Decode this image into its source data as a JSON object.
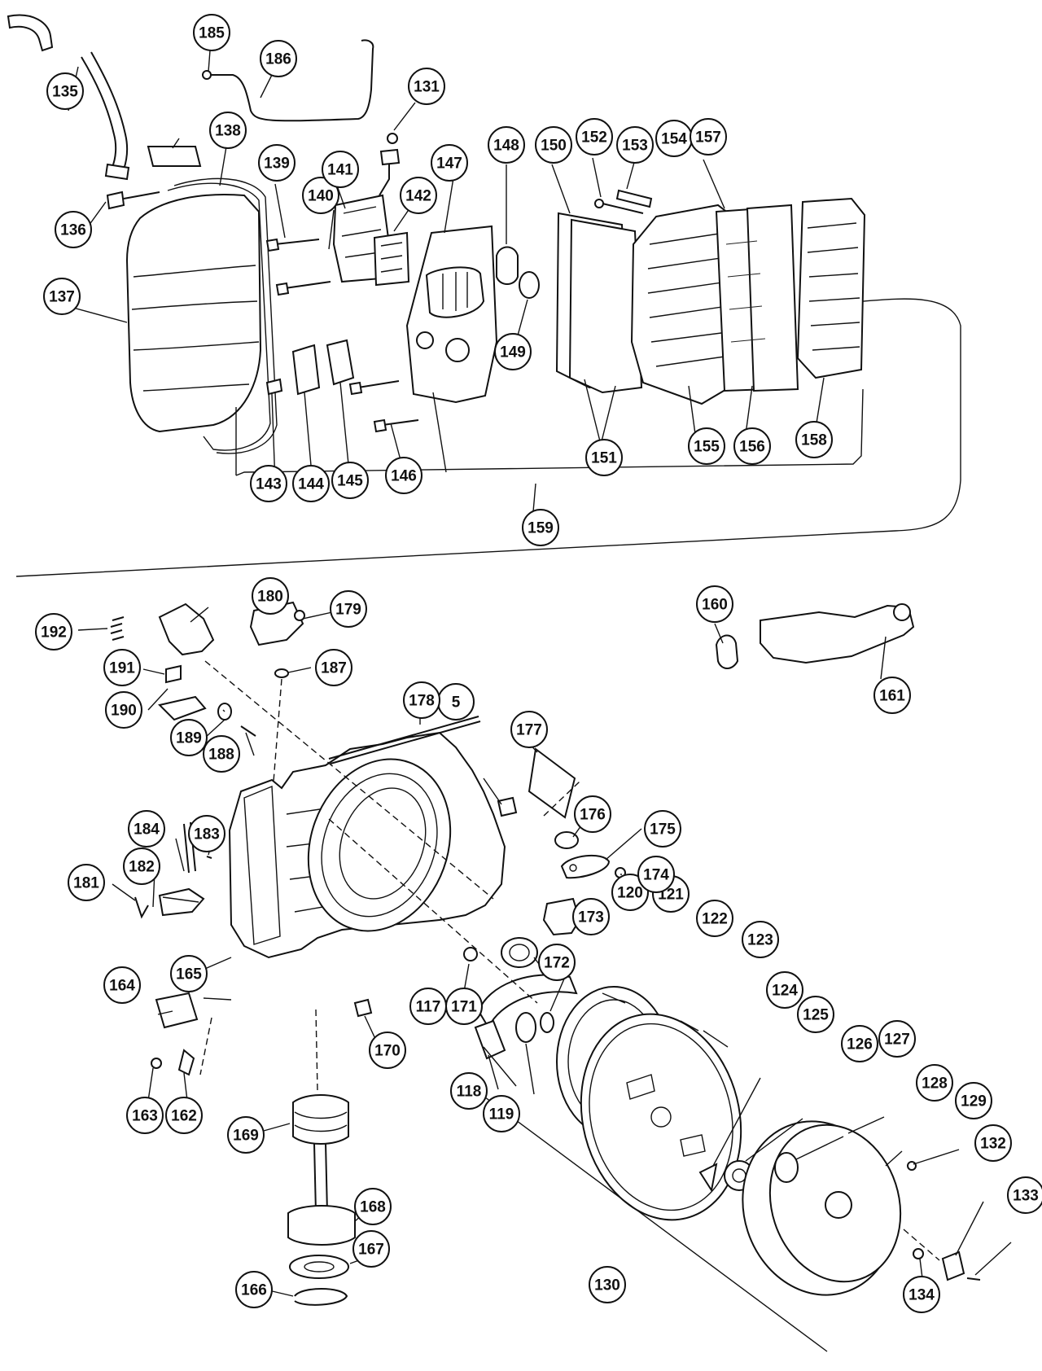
{
  "diagram": {
    "callouts": [
      "5",
      "117",
      "118",
      "119",
      "120",
      "121",
      "122",
      "123",
      "124",
      "125",
      "126",
      "127",
      "128",
      "129",
      "130",
      "131",
      "132",
      "133",
      "134",
      "135",
      "136",
      "137",
      "138",
      "139",
      "140",
      "141",
      "142",
      "143",
      "144",
      "145",
      "146",
      "147",
      "148",
      "149",
      "150",
      "151",
      "152",
      "153",
      "154",
      "155",
      "156",
      "157",
      "158",
      "159",
      "160",
      "161",
      "162",
      "163",
      "164",
      "165",
      "166",
      "167",
      "168",
      "169",
      "170",
      "171",
      "172",
      "173",
      "174",
      "175",
      "176",
      "177",
      "178",
      "179",
      "180",
      "181",
      "182",
      "183",
      "184",
      "185",
      "186",
      "187",
      "188",
      "189",
      "190",
      "191",
      "192"
    ]
  }
}
